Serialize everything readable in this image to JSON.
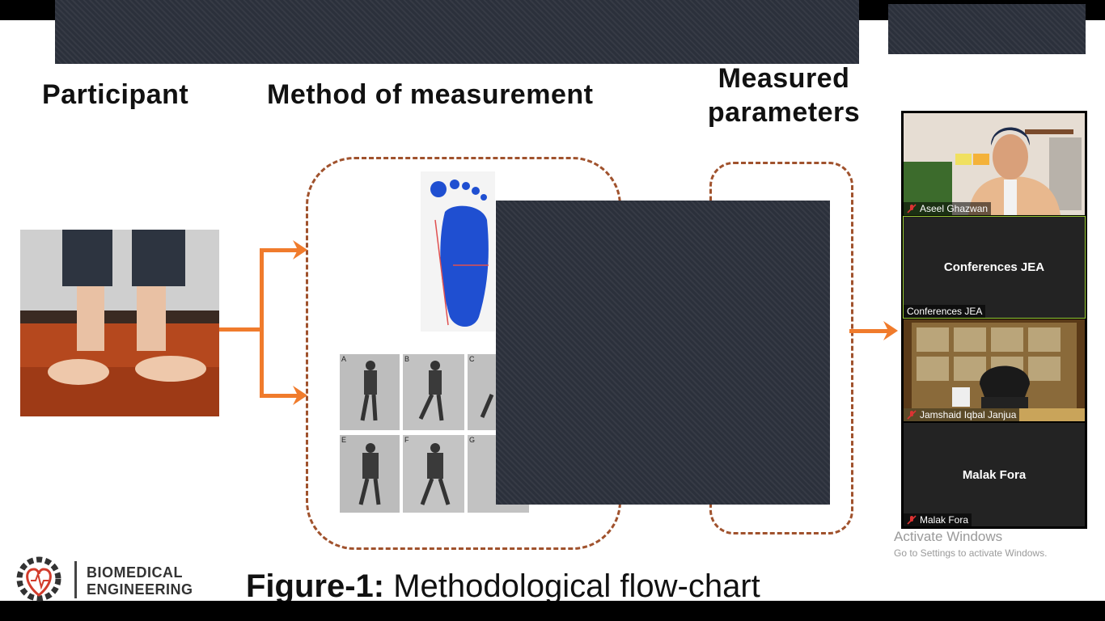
{
  "slide": {
    "headings": {
      "participant": "Participant",
      "method": "Method of measurement",
      "measured_line1": "Measured",
      "measured_line2": "parameters"
    },
    "subfigure_letters": [
      "A",
      "B",
      "C",
      "E",
      "F",
      "G"
    ],
    "caption_bold": "Figure-1:",
    "caption_rest": " Methodological flow-chart",
    "logo": {
      "line1": "BIOMEDICAL",
      "line2": "ENGINEERING"
    },
    "arrow_color": "#f07b2c",
    "dash_color": "#a0522d"
  },
  "meeting": {
    "participants": [
      {
        "name": "Aseel Ghazwan",
        "video": true,
        "muted": true
      },
      {
        "name": "Conferences JEA",
        "video": false,
        "muted": false,
        "active_speaker": true
      },
      {
        "name": "Jamshaid Iqbal Janjua",
        "video": true,
        "muted": true
      },
      {
        "name": "Malak Fora",
        "video": false,
        "muted": true
      }
    ],
    "active_border_color": "#9acd32"
  },
  "watermark": {
    "title": "Activate Windows",
    "subtitle": "Go to Settings to activate Windows."
  }
}
